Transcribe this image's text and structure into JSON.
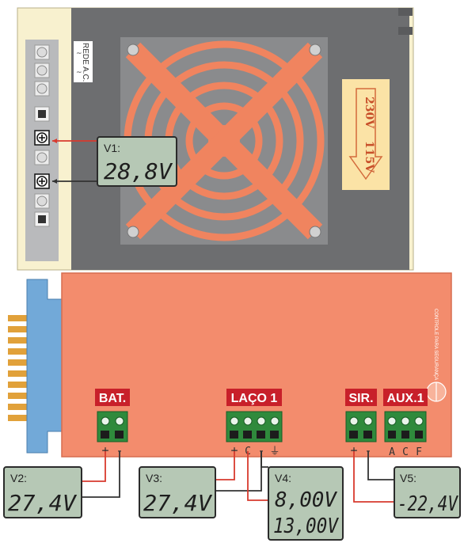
{
  "psu": {
    "label_mains": "REDE A.C.",
    "voltage_high": "230V",
    "voltage_low": "115V"
  },
  "board": {
    "brand_text": "CONTROLE PARA SEGURANÇA",
    "connectors": {
      "bat": "BAT.",
      "laco": "LAÇO 1",
      "sir": "SIR.",
      "aux": "AUX.1"
    },
    "pin_marks": {
      "aux_a": "A",
      "aux_c": "C",
      "aux_f": "F"
    }
  },
  "meters": {
    "v1": {
      "label": "V1:",
      "value": "28,8V"
    },
    "v2": {
      "label": "V2:",
      "value": "27,4V"
    },
    "v3": {
      "label": "V3:",
      "value": "27,4V"
    },
    "v4": {
      "label": "V4:",
      "value": "8,00V",
      "value2": "13,00V"
    },
    "v5": {
      "label": "V5:",
      "value": "-22,4V"
    }
  },
  "colors": {
    "psu_body": "#6d6e70",
    "psu_cover": "#f8f1cf",
    "fan_orange": "#f0845f",
    "board": "#f38c6d",
    "connector_bg": "#c8202a",
    "terminal_green": "#2f8a3c",
    "edge_blue": "#72a9d8",
    "lcd_bg": "#b6c8b5",
    "wire_red": "#d83a2e"
  }
}
